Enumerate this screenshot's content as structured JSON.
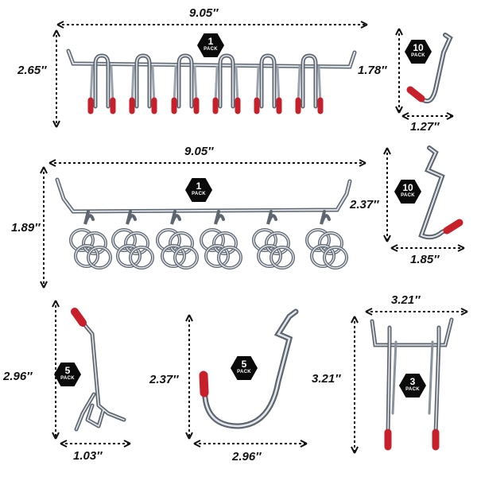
{
  "products": [
    {
      "id": "bar-6-hooks",
      "width": "9.05″",
      "height": "2.65″",
      "pack_count": "1",
      "pack_label": "PACK"
    },
    {
      "id": "small-j-hook",
      "width": "1.27″",
      "height": "1.78″",
      "pack_count": "10",
      "pack_label": "PACK"
    },
    {
      "id": "bar-6-loops",
      "width": "9.05″",
      "height": "1.89″",
      "pack_count": "1",
      "pack_label": "PACK"
    },
    {
      "id": "medium-j-hook",
      "width": "1.85″",
      "height": "2.37″",
      "pack_count": "10",
      "pack_label": "PACK"
    },
    {
      "id": "straight-hook",
      "width": "1.03″",
      "height": "2.96″",
      "pack_count": "5",
      "pack_label": "PACK"
    },
    {
      "id": "large-u-hook",
      "width": "2.96″",
      "height": "2.37″",
      "pack_count": "5",
      "pack_label": "PACK"
    },
    {
      "id": "double-prong-hook",
      "width": "3.21″",
      "height": "3.21″",
      "pack_count": "3",
      "pack_label": "PACK"
    }
  ],
  "colors": {
    "metal": "#9aa3ad",
    "metal_highlight": "#e3e7eb",
    "metal_shadow": "#5e6670",
    "cap_red": "#c8202a",
    "dim_line": "#111111",
    "badge": "#0a0a0a"
  }
}
